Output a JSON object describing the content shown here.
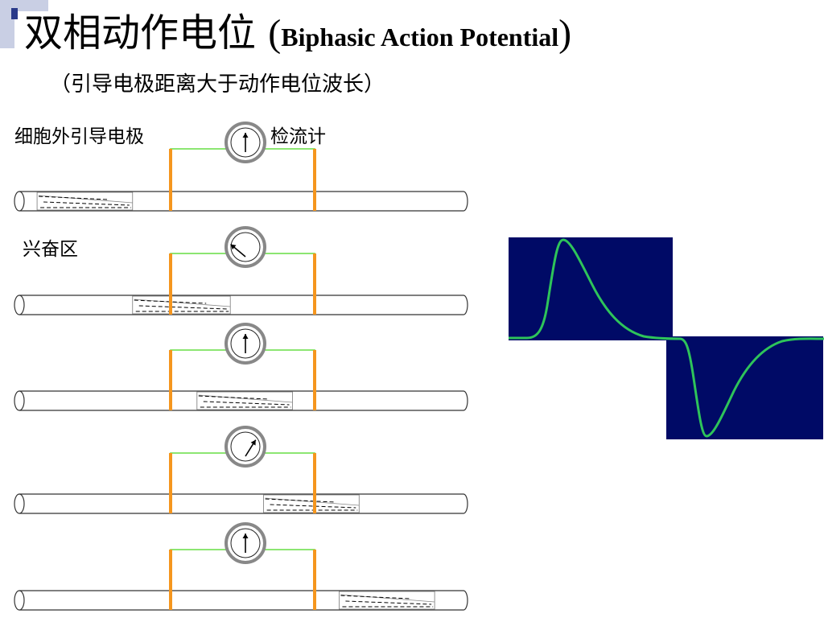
{
  "title": {
    "zh": "双相动作电位 ",
    "open_paren": "(",
    "en": "Biphasic Action Potential",
    "close_paren": ")"
  },
  "subtitle": "（引导电极距离大于动作电位波长）",
  "labels": {
    "electrode": "细胞外引导电极",
    "galvanometer": "检流计",
    "excited_region": "兴奋区"
  },
  "colors": {
    "electrode": "#f5961e",
    "wire": "#66dd44",
    "meter_ring": "#888888",
    "trace": "#2ec45a",
    "trace_background": "#000a66",
    "deco": "#4a5ca8"
  },
  "stages": [
    {
      "needle": "up",
      "excited_start": 0.04,
      "excited_end": 0.255
    },
    {
      "needle": "left",
      "excited_start": 0.255,
      "excited_end": 0.475
    },
    {
      "needle": "up",
      "excited_start": 0.4,
      "excited_end": 0.615
    },
    {
      "needle": "right",
      "excited_start": 0.55,
      "excited_end": 0.765
    },
    {
      "needle": "up",
      "excited_start": 0.72,
      "excited_end": 0.935
    }
  ]
}
